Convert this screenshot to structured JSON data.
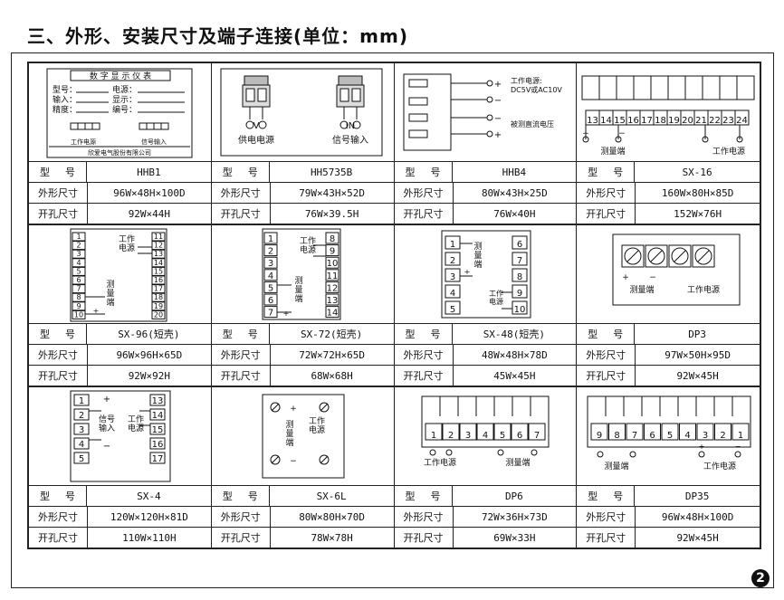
{
  "title": "三、外形、安装尺寸及端子连接(单位：mm)",
  "page_number": "2",
  "labels": {
    "model": [
      "型",
      "号"
    ],
    "outer": "外形尺寸",
    "hole": "开孔尺寸"
  },
  "products": [
    {
      "model": "HHB1",
      "outer": "96W×48H×100D",
      "hole": "92W×44H",
      "diagram": {
        "header": "数 字 显 示 仪 表",
        "lines": [
          "型号：",
          "电源：",
          "输入：",
          "显示：",
          "精度：",
          "编号："
        ],
        "left_label": "工作电源",
        "right_label": "信号输入",
        "footer": "欣爱电气股份有限公司"
      }
    },
    {
      "model": "HH5735B",
      "outer": "79W×43H×52D",
      "hole": "76W×39.5H",
      "diagram": {
        "left_label": "供电电源",
        "right_label": "信号输入",
        "left_mark": "V",
        "right_mark": "IN"
      }
    },
    {
      "model": "HHB4",
      "outer": "80W×43H×25D",
      "hole": "76W×40H",
      "diagram": {
        "power_label": "工作电源:",
        "power_spec": "DC5V或AC10V",
        "measure_label": "被测直流电压"
      }
    },
    {
      "model": "SX-16",
      "outer": "160W×80H×85D",
      "hole": "152W×76H",
      "diagram": {
        "terminals": [
          "13",
          "14",
          "15",
          "16",
          "17",
          "18",
          "19",
          "20",
          "21",
          "22",
          "23",
          "24"
        ],
        "measure_label": "测量端",
        "power_label": "工作电源"
      }
    },
    {
      "model": "SX-96(短壳)",
      "outer": "96W×96H×65D",
      "hole": "92W×92H",
      "diagram": {
        "left": [
          "1",
          "2",
          "3",
          "4",
          "5",
          "6",
          "7",
          "8",
          "9",
          "10"
        ],
        "right": [
          "11",
          "12",
          "13",
          "14",
          "15",
          "16",
          "17",
          "18",
          "19",
          "20"
        ],
        "power_label": [
          "工作",
          "电源"
        ],
        "measure_label": [
          "测",
          "量",
          "端"
        ]
      }
    },
    {
      "model": "SX-72(短壳)",
      "outer": "72W×72H×65D",
      "hole": "68W×68H",
      "diagram": {
        "left": [
          "1",
          "2",
          "3",
          "4",
          "5",
          "6",
          "7"
        ],
        "right": [
          "8",
          "9",
          "10",
          "11",
          "12",
          "13",
          "14"
        ],
        "power_label": [
          "工作",
          "电源"
        ],
        "measure_label": [
          "测",
          "量",
          "端"
        ]
      }
    },
    {
      "model": "SX-48(短壳)",
      "outer": "48W×48H×78D",
      "hole": "45W×45H",
      "diagram": {
        "left": [
          "1",
          "2",
          "3",
          "4",
          "5"
        ],
        "right": [
          "6",
          "7",
          "8",
          "9",
          "10"
        ],
        "power_label": [
          "工作",
          "电源"
        ],
        "measure_label": [
          "测",
          "量",
          "端"
        ]
      }
    },
    {
      "model": "DP3",
      "outer": "97W×50H×95D",
      "hole": "92W×45H",
      "diagram": {
        "measure_label": "测量端",
        "power_label": "工作电源"
      }
    },
    {
      "model": "SX-4",
      "outer": "120W×120H×81D",
      "hole": "110W×110H",
      "diagram": {
        "left": [
          "1",
          "2",
          "3",
          "4",
          "5"
        ],
        "right": [
          "13",
          "14",
          "15",
          "16",
          "17"
        ],
        "signal_label": [
          "信号",
          "输入"
        ],
        "power_label": [
          "工作",
          "电源"
        ]
      }
    },
    {
      "model": "SX-6L",
      "outer": "80W×80H×70D",
      "hole": "78W×78H",
      "diagram": {
        "measure_label": [
          "测",
          "量",
          "端"
        ],
        "power_label": [
          "工作",
          "电源"
        ]
      }
    },
    {
      "model": "DP6",
      "outer": "72W×36H×73D",
      "hole": "69W×33H",
      "diagram": {
        "terminals": [
          "1",
          "2",
          "3",
          "4",
          "5",
          "6",
          "7"
        ],
        "power_label": "工作电源",
        "measure_label": "测量端"
      }
    },
    {
      "model": "DP35",
      "outer": "96W×48H×100D",
      "hole": "92W×45H",
      "diagram": {
        "terminals": [
          "9",
          "8",
          "7",
          "6",
          "5",
          "4",
          "3",
          "2",
          "1"
        ],
        "measure_label": "测量端",
        "power_label": "工作电源"
      }
    }
  ]
}
